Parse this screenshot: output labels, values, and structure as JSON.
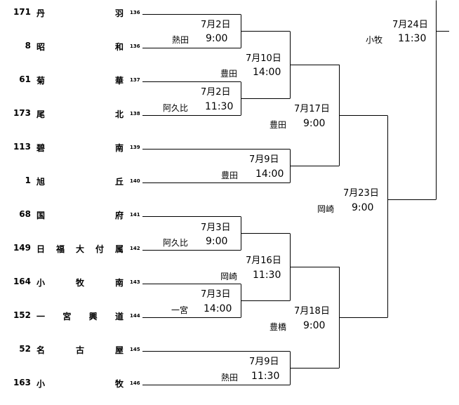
{
  "teams": [
    {
      "seed": "171",
      "name": "丹羽",
      "no": "136"
    },
    {
      "seed": "8",
      "name": "昭和",
      "no": "136"
    },
    {
      "seed": "61",
      "name": "菊華",
      "no": "137"
    },
    {
      "seed": "173",
      "name": "尾北",
      "no": "138"
    },
    {
      "seed": "113",
      "name": "碧南",
      "no": "139"
    },
    {
      "seed": "1",
      "name": "旭丘",
      "no": "140"
    },
    {
      "seed": "68",
      "name": "国府",
      "no": "141"
    },
    {
      "seed": "149",
      "name": "日福大付属",
      "no": "142"
    },
    {
      "seed": "164",
      "name": "小牧南",
      "no": "143"
    },
    {
      "seed": "152",
      "name": "一宮興道",
      "no": "144"
    },
    {
      "seed": "52",
      "name": "名古屋",
      "no": "145"
    },
    {
      "seed": "163",
      "name": "小牧",
      "no": "146"
    }
  ],
  "matches": [
    {
      "date": "7月2日",
      "venue": "熱田",
      "time": "9:00"
    },
    {
      "date": "7月2日",
      "venue": "阿久比",
      "time": "11:30"
    },
    {
      "date": "7月9日",
      "venue": "豊田",
      "time": "14:00"
    },
    {
      "date": "7月3日",
      "venue": "阿久比",
      "time": "9:00"
    },
    {
      "date": "7月3日",
      "venue": "一宮",
      "time": "14:00"
    },
    {
      "date": "7月9日",
      "venue": "熱田",
      "time": "11:30"
    },
    {
      "date": "7月10日",
      "venue": "豊田",
      "time": "14:00"
    },
    {
      "date": "7月16日",
      "venue": "岡崎",
      "time": "11:30"
    },
    {
      "date": "7月17日",
      "venue": "豊田",
      "time": "9:00"
    },
    {
      "date": "7月18日",
      "venue": "豊橋",
      "time": "9:00"
    },
    {
      "date": "7月23日",
      "venue": "岡崎",
      "time": "9:00"
    },
    {
      "date": "7月24日",
      "venue": "小牧",
      "time": "11:30"
    }
  ]
}
